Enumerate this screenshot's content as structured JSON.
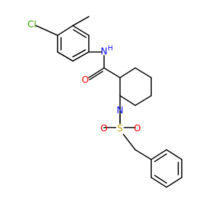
{
  "molecule": {
    "atoms": {
      "cl": {
        "symbol": "Cl",
        "color": "#3a9a00"
      },
      "n_amide": {
        "symbol": "N",
        "color": "#0000ff"
      },
      "h_amide": {
        "symbol": "H",
        "color": "#0000ff"
      },
      "o_carbonyl": {
        "symbol": "O",
        "color": "#ff0000"
      },
      "n_ring": {
        "symbol": "N",
        "color": "#0000ff"
      },
      "s": {
        "symbol": "S",
        "color": "#c8a000"
      },
      "o_s_left": {
        "symbol": "O",
        "color": "#ff0000"
      },
      "o_s_right": {
        "symbol": "O",
        "color": "#ff0000"
      }
    }
  }
}
